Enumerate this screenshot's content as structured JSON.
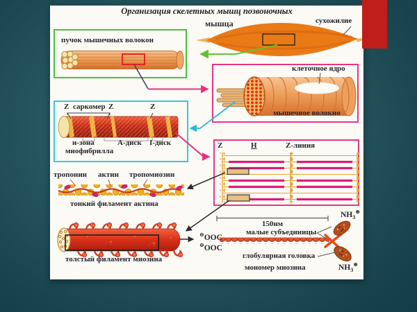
{
  "slide": {
    "title": "Организация скелетных мышц позвоночных"
  },
  "macro": {
    "muscle_label": "мышца",
    "tendon_label": "сухожилие"
  },
  "bundle": {
    "title": "пучок мышечных волокон"
  },
  "fiber": {
    "nucleus_label": "клеточное ядро",
    "name": "мышечное волокно"
  },
  "myofibril": {
    "z1": "Z",
    "sarcomere": "саркомер",
    "z2": "Z",
    "z3": "Z",
    "h_zone": "н-зона",
    "a_disk": "А-диск",
    "i_disk": "I-диск",
    "name": "миофибрилла"
  },
  "thin": {
    "troponin": "тропонин",
    "actin": "актин",
    "tropomyosin": "тропомиозин",
    "caption": "тонкий филамент актина"
  },
  "lattice": {
    "z": "Z",
    "h": "Н",
    "z_line": "Z-линия"
  },
  "thick": {
    "caption": "толстый филамент миозина"
  },
  "monomer": {
    "scale": "150нм",
    "subunits": "малые субъединицы",
    "head": "глобулярная головка",
    "caption": "мономер миозина",
    "nh": "NH",
    "nh_sub": "3",
    "nh_charge": "⊕",
    "ooc_charge": "⊖",
    "ooc": "OOC"
  },
  "colors": {
    "background_teal": "#27565f",
    "accent_red": "#bf1e1a",
    "box_green": "#46c33a",
    "box_pink": "#e8357f",
    "box_cyan": "#37c6da",
    "muscle_orange": "#e97a16",
    "myosin_magenta": "#dc1c78",
    "actin_yellow": "#f3b11c"
  }
}
